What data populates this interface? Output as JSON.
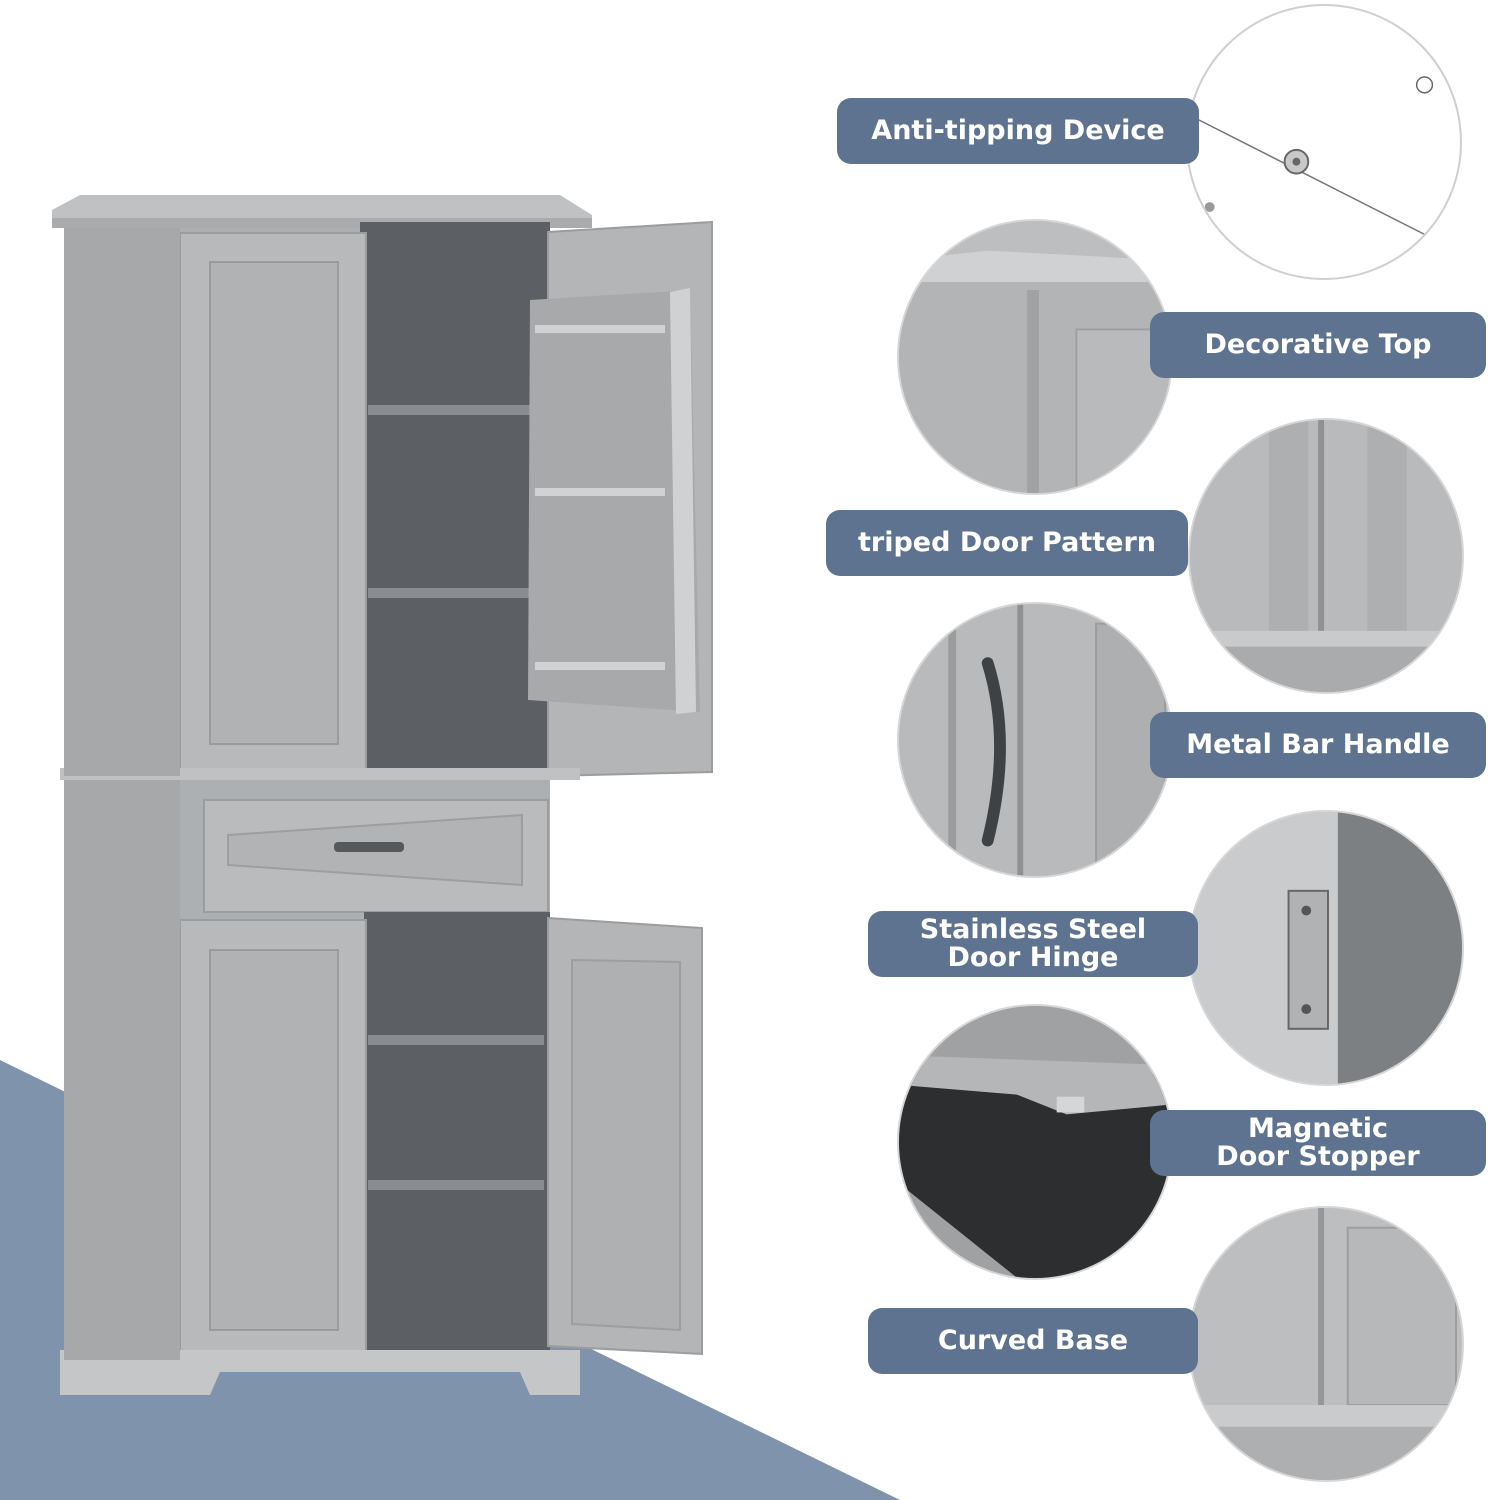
{
  "colors": {
    "accent": "#5e7390",
    "wedge": "#7f93ad",
    "cabinet": "#b4b6b8",
    "cabinet_shadow": "#8f9294",
    "interior": "#5f6266"
  },
  "features": [
    {
      "id": "anti-tipping",
      "lines": [
        "Anti-tipping Device"
      ]
    },
    {
      "id": "decorative-top",
      "lines": [
        "Decorative Top"
      ]
    },
    {
      "id": "striped-door",
      "lines": [
        "triped Door Pattern"
      ]
    },
    {
      "id": "metal-handle",
      "lines": [
        "Metal Bar Handle"
      ]
    },
    {
      "id": "door-hinge",
      "lines": [
        "Stainless Steel",
        "Door Hinge"
      ]
    },
    {
      "id": "door-stopper",
      "lines": [
        "Magnetic",
        "Door Stopper"
      ]
    },
    {
      "id": "curved-base",
      "lines": [
        "Curved Base"
      ]
    }
  ]
}
